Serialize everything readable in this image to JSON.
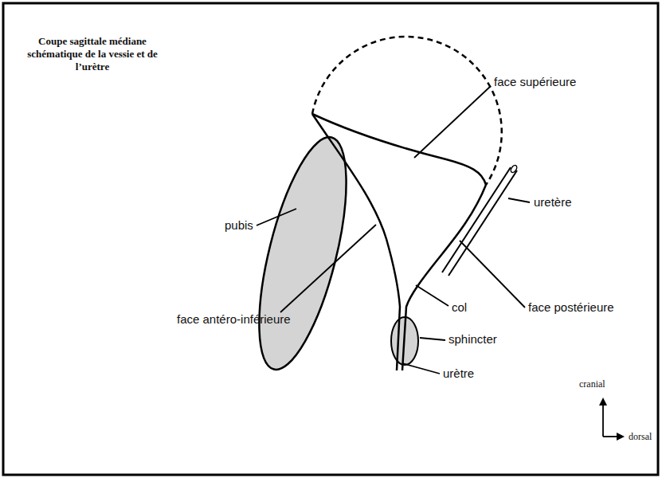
{
  "diagram": {
    "title": "Coupe sagittale médiane schématique de la vessie et de l’urètre",
    "labels": [
      "face supérieure",
      "pubis",
      "uretère",
      "face antéro-inférieure",
      "face postérieure",
      "col",
      "sphincter",
      "urètre",
      "cranial",
      "dorsal"
    ]
  }
}
